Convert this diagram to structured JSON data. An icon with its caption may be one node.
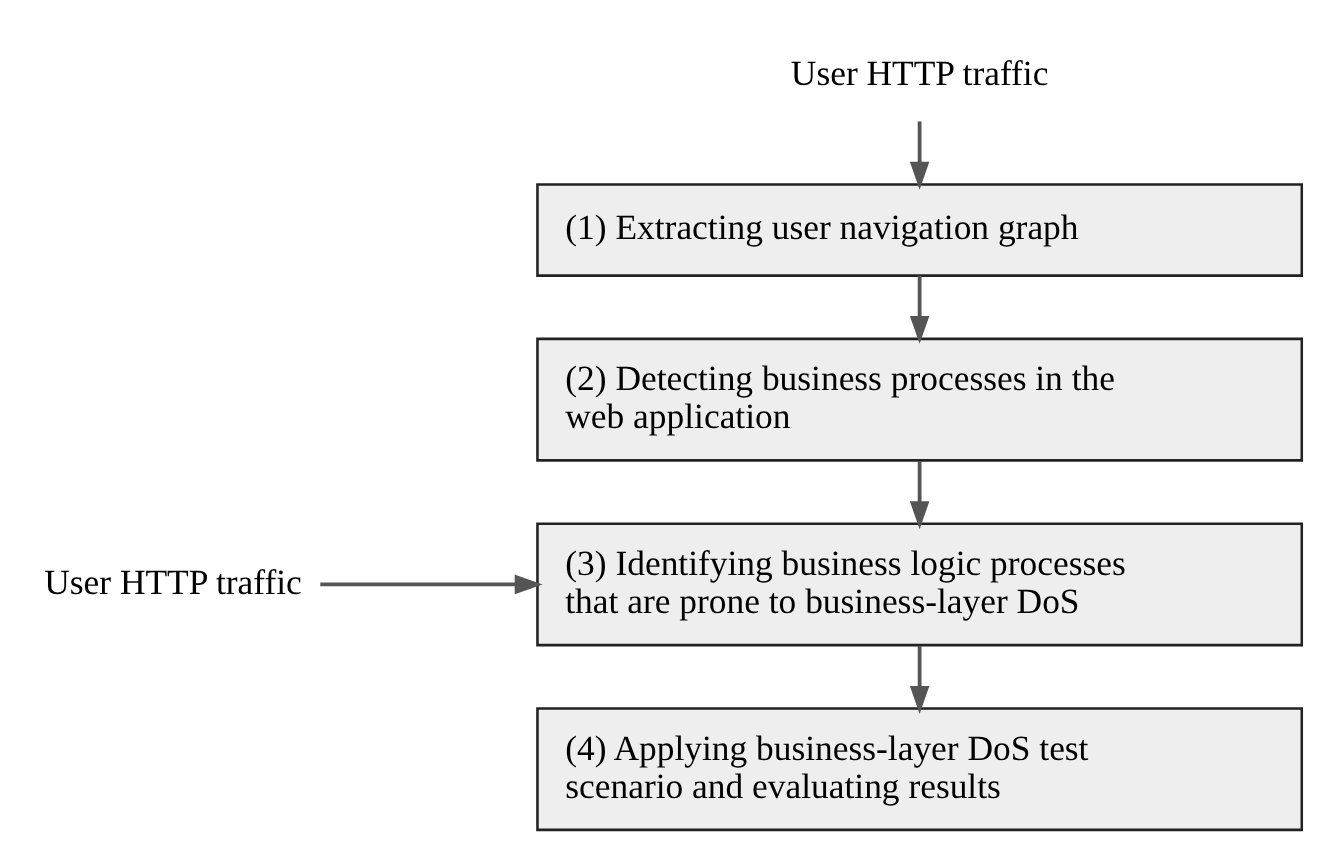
{
  "diagram": {
    "nodes": [
      {
        "text": [
          "User HTTP traffic"
        ]
      },
      {
        "text": [
          "(1) Extracting user navigation graph"
        ]
      },
      {
        "text": [
          "(2) Detecting business processes in the web application"
        ]
      },
      {
        "text": [
          "(3) Identifying business logic processes that are prone to business-layer DoS"
        ]
      },
      {
        "text": [
          "(4) Applying business-layer DoS test scenario and evaluating results"
        ]
      },
      {
        "text": [
          "User HTTP traffic"
        ]
      }
    ],
    "edges": [
      {
        "from": 0,
        "to": 1,
        "arrow": "to"
      },
      {
        "from": 1,
        "to": 2,
        "arrow": "to"
      },
      {
        "from": 2,
        "to": 3,
        "arrow": "to"
      },
      {
        "from": 3,
        "to": 4,
        "arrow": "to"
      },
      {
        "from": 5,
        "to": 3,
        "arrow": "to"
      }
    ]
  }
}
